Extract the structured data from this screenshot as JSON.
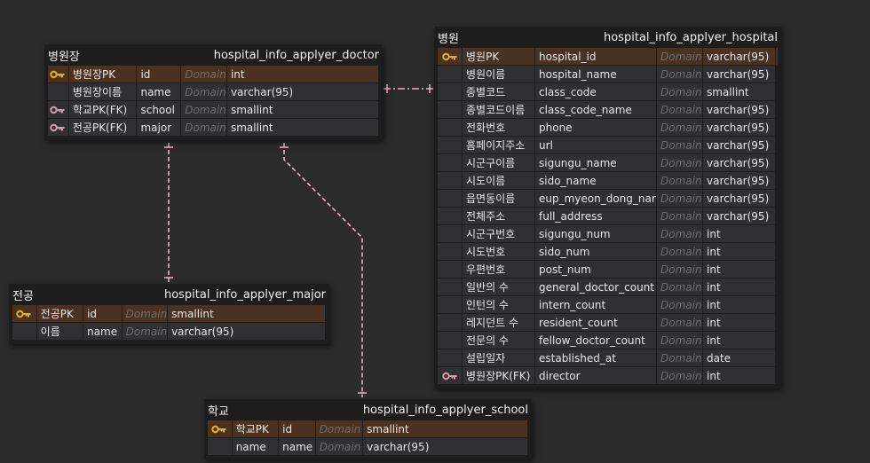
{
  "colors": {
    "background": "#2b2b2c",
    "table_body": "#1d1d1e",
    "cell": "#303032",
    "pk_row": "#4a3222",
    "pk_key": "#e0b21f",
    "fk_key": "#d79aa8",
    "connector": "#f0b7c3"
  },
  "entities": {
    "doctor": {
      "logical": "병원장",
      "physical": "hospital_info_applyer_doctor",
      "columns": [
        {
          "key": "pk",
          "key_icon": "pk-key-icon",
          "logical": "병원장PK",
          "physical": "id",
          "domain": "Domain",
          "type": "int"
        },
        {
          "key": "",
          "logical": "병원장이름",
          "physical": "name",
          "domain": "Domain",
          "type": "varchar(95)"
        },
        {
          "key": "fk",
          "key_icon": "fk-key-icon",
          "logical": "학교PK(FK)",
          "physical": "school",
          "domain": "Domain",
          "type": "smallint"
        },
        {
          "key": "fk",
          "key_icon": "fk-key-icon",
          "logical": "전공PK(FK)",
          "physical": "major",
          "domain": "Domain",
          "type": "smallint"
        }
      ]
    },
    "hospital": {
      "logical": "병원",
      "physical": "hospital_info_applyer_hospital",
      "columns": [
        {
          "key": "pk",
          "key_icon": "pk-key-icon",
          "logical": "병원PK",
          "physical": "hospital_id",
          "domain": "Domain",
          "type": "varchar(95)"
        },
        {
          "key": "",
          "logical": "병원이름",
          "physical": "hospital_name",
          "domain": "Domain",
          "type": "varchar(95)"
        },
        {
          "key": "",
          "logical": "종별코드",
          "physical": "class_code",
          "domain": "Domain",
          "type": "smallint"
        },
        {
          "key": "",
          "logical": "종별코드이름",
          "physical": "class_code_name",
          "domain": "Domain",
          "type": "varchar(95)"
        },
        {
          "key": "",
          "logical": "전화번호",
          "physical": "phone",
          "domain": "Domain",
          "type": "varchar(95)"
        },
        {
          "key": "",
          "logical": "홈페이지주소",
          "physical": "url",
          "domain": "Domain",
          "type": "varchar(95)"
        },
        {
          "key": "",
          "logical": "시군구이름",
          "physical": "sigungu_name",
          "domain": "Domain",
          "type": "varchar(95)"
        },
        {
          "key": "",
          "logical": "시도이름",
          "physical": "sido_name",
          "domain": "Domain",
          "type": "varchar(95)"
        },
        {
          "key": "",
          "logical": "읍면동이름",
          "physical": "eup_myeon_dong_name",
          "domain": "Domain",
          "type": "varchar(95)"
        },
        {
          "key": "",
          "logical": "전체주소",
          "physical": "full_address",
          "domain": "Domain",
          "type": "varchar(95)"
        },
        {
          "key": "",
          "logical": "시군구번호",
          "physical": "sigungu_num",
          "domain": "Domain",
          "type": "int"
        },
        {
          "key": "",
          "logical": "시도번호",
          "physical": "sido_num",
          "domain": "Domain",
          "type": "int"
        },
        {
          "key": "",
          "logical": "우편번호",
          "physical": "post_num",
          "domain": "Domain",
          "type": "int"
        },
        {
          "key": "",
          "logical": "일반의 수",
          "physical": "general_doctor_count",
          "domain": "Domain",
          "type": "int"
        },
        {
          "key": "",
          "logical": "인턴의 수",
          "physical": "intern_count",
          "domain": "Domain",
          "type": "int"
        },
        {
          "key": "",
          "logical": "레지던트 수",
          "physical": "resident_count",
          "domain": "Domain",
          "type": "int"
        },
        {
          "key": "",
          "logical": "전문의 수",
          "physical": "fellow_doctor_count",
          "domain": "Domain",
          "type": "int"
        },
        {
          "key": "",
          "logical": "설립일자",
          "physical": "established_at",
          "domain": "Domain",
          "type": "date"
        },
        {
          "key": "fk",
          "key_icon": "fk-key-icon",
          "logical": "병원장PK(FK)",
          "physical": "director",
          "domain": "Domain",
          "type": "int"
        }
      ]
    },
    "major": {
      "logical": "전공",
      "physical": "hospital_info_applyer_major",
      "columns": [
        {
          "key": "pk",
          "key_icon": "pk-key-icon",
          "logical": "전공PK",
          "physical": "id",
          "domain": "Domain",
          "type": "smallint"
        },
        {
          "key": "",
          "logical": "이름",
          "physical": "name",
          "domain": "Domain",
          "type": "varchar(95)"
        }
      ]
    },
    "school": {
      "logical": "학교",
      "physical": "hospital_info_applyer_school",
      "columns": [
        {
          "key": "pk",
          "key_icon": "pk-key-icon",
          "logical": "학교PK",
          "physical": "id",
          "domain": "Domain",
          "type": "smallint"
        },
        {
          "key": "",
          "logical": "name",
          "physical": "name",
          "domain": "Domain",
          "type": "varchar(95)"
        }
      ]
    }
  },
  "relationships": [
    {
      "from": "doctor",
      "to": "hospital",
      "style": "dash-dot"
    },
    {
      "from": "doctor",
      "to": "major",
      "style": "dashed"
    },
    {
      "from": "doctor",
      "to": "school",
      "style": "dashed"
    }
  ]
}
